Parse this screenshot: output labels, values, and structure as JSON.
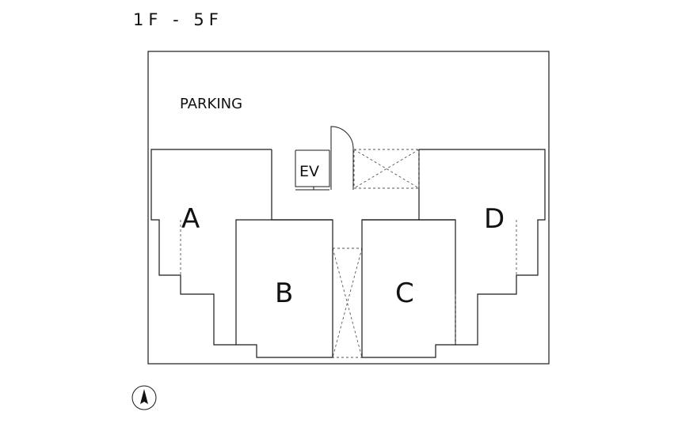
{
  "floor_range": "1F - 5F",
  "labels": {
    "parking": "PARKING",
    "elevator": "EV",
    "unit_a": "A",
    "unit_b": "B",
    "unit_c": "C",
    "unit_d": "D"
  },
  "icons": {
    "north": "north-arrow-icon"
  }
}
